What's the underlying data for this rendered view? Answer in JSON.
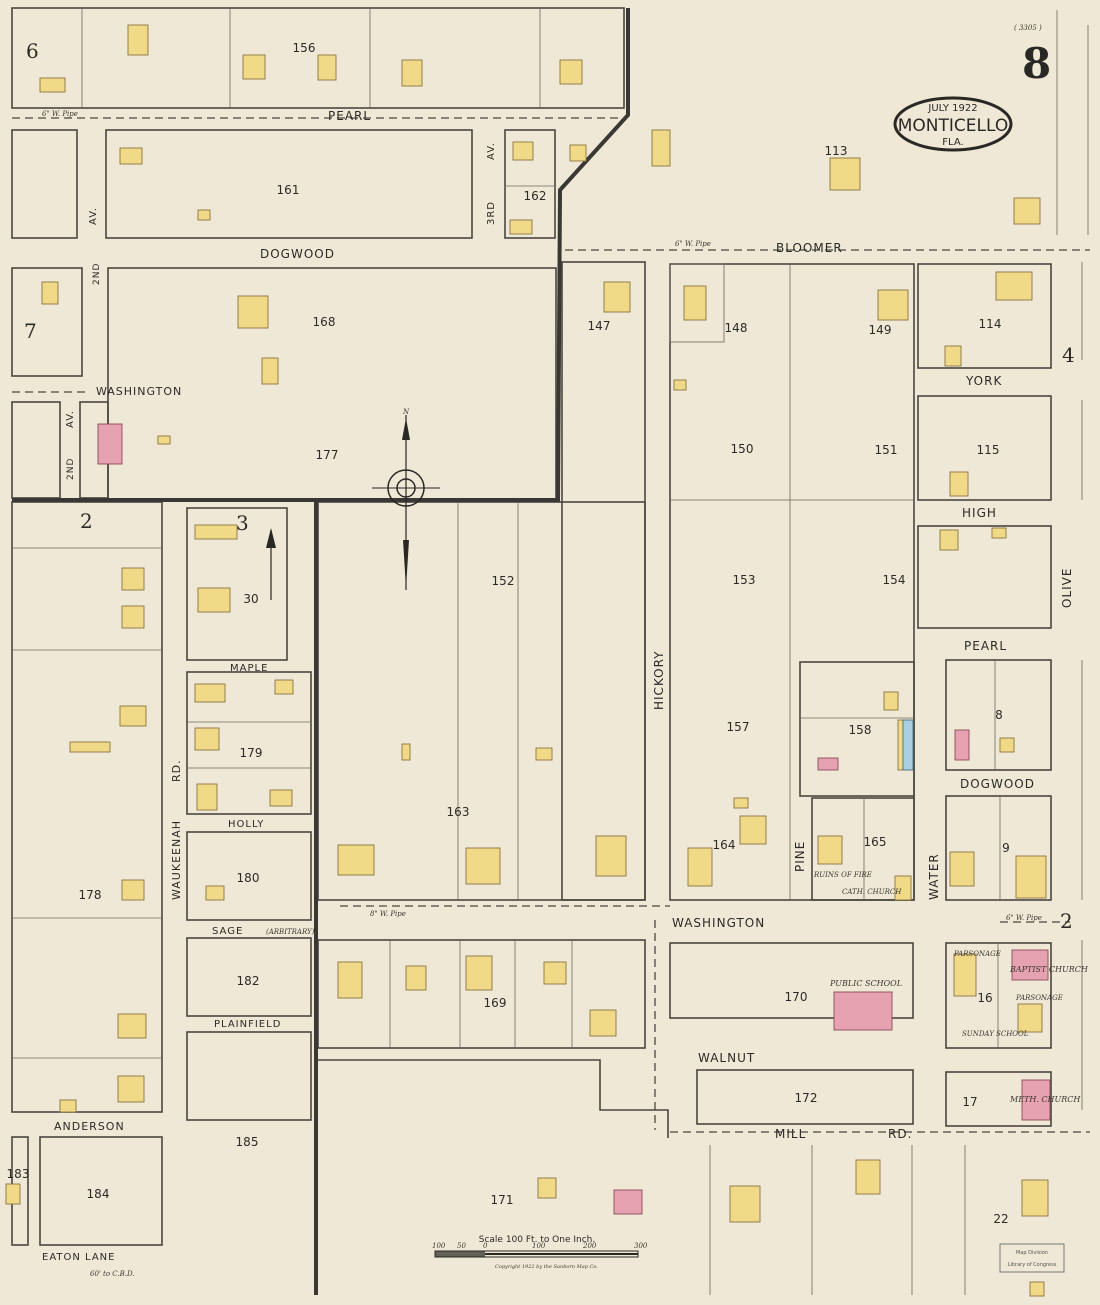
{
  "sheet": {
    "number": "8",
    "id": "( 3305 )",
    "date": "JULY 1922",
    "city": "MONTICELLO",
    "state": "FLA."
  },
  "adjoining_sheets": [
    "6",
    "7",
    "2",
    "3",
    "4",
    "2"
  ],
  "streets": {
    "pearl_top": "PEARL",
    "dogwood_top": "DOGWOOD",
    "washington_left": "WASHINGTON",
    "bloomer": "BLOOMER",
    "york": "YORK",
    "high": "HIGH",
    "pearl_right": "PEARL",
    "dogwood_right": "DOGWOOD",
    "washington": "WASHINGTON",
    "walnut": "WALNUT",
    "mill_rd": "MILL",
    "mill_rd2": "RD.",
    "hickory": "HICKORY",
    "pine": "PINE",
    "water": "WATER",
    "olive": "OLIVE",
    "waukeenah": "WAUKEENAH",
    "waukeenah_rd": "RD.",
    "maple": "MAPLE",
    "holly": "HOLLY",
    "sage": "SAGE",
    "sage_note": "(ARBITRARY)",
    "plainfield": "PLAINFIELD",
    "anderson": "ANDERSON",
    "eaton_lane": "EATON     LANE",
    "second_av_a": "2ND",
    "second_av_b": "AV.",
    "second_av_c": "2ND",
    "second_av_d": "AV.",
    "third_av_a": "3RD",
    "third_av_b": "AV."
  },
  "blocks": [
    "156",
    "161",
    "162",
    "168",
    "177",
    "113",
    "147",
    "148",
    "149",
    "114",
    "150",
    "151",
    "115",
    "152",
    "153",
    "154",
    "30",
    "179",
    "157",
    "158",
    "8",
    "163",
    "164",
    "165",
    "9",
    "178",
    "180",
    "182",
    "169",
    "170",
    "16",
    "172",
    "17",
    "185",
    "183",
    "184",
    "171",
    "22"
  ],
  "labels": {
    "public_school": "PUBLIC SCHOOL",
    "baptist_church": "BAPTIST CHURCH",
    "meth_church": "METH. CHURCH",
    "cath_church": "CATH. CHURCH",
    "parsonage1": "PARSONAGE",
    "parsonage2": "PARSONAGE",
    "sunday_school": "SUNDAY SCHOOL",
    "ruins_fire": "RUINS OF FIRE",
    "pipe1": "6\" W. Pipe",
    "pipe2": "6\" W. Pipe",
    "pipe3": "8\" W. Pipe",
    "pipe4": "6\" W. Pipe",
    "to_cbd": "60' to C.B.D."
  },
  "scale": {
    "title": "Scale 100 Ft. to One Inch.",
    "ticks": [
      "100",
      "50",
      "0",
      "100",
      "200",
      "300"
    ],
    "copyright": "Copyright 1922 by the Sanborn Map Co."
  },
  "stamp": {
    "line1": "Map Division",
    "line2": "Library of Congress"
  },
  "colors": {
    "paper": "#efe8d6",
    "frame": "#f0d987",
    "brick": "#e7a2b2",
    "stone_or_special": "#a9cfe0",
    "lines": "#4a4740"
  }
}
